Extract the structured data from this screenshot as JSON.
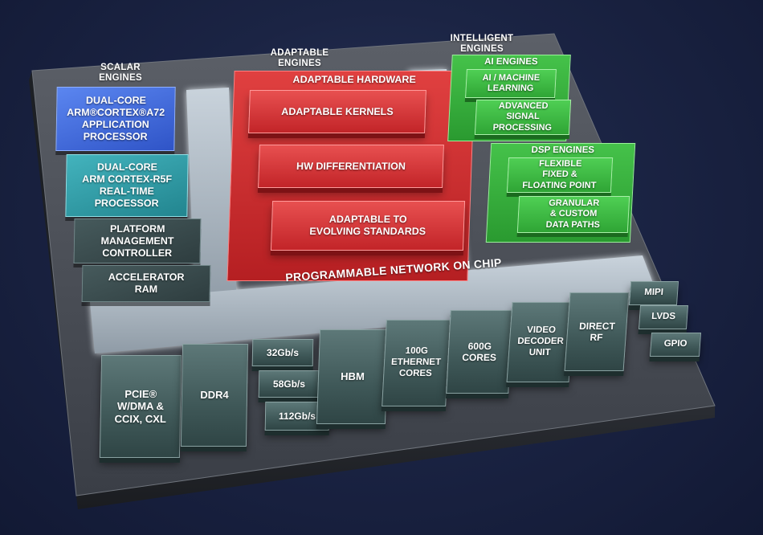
{
  "section_labels": {
    "scalar": "SCALAR\nENGINES",
    "adaptable": "ADAPTABLE\nENGINES",
    "intelligent": "INTELLIGENT\nENGINES"
  },
  "scalar_engines": [
    "DUAL-CORE\nARM®CORTEX®A72\nAPPLICATION\nPROCESSOR",
    "DUAL-CORE\nARM CORTEX-R5F\nREAL-TIME\nPROCESSOR",
    "PLATFORM\nMANAGEMENT\nCONTROLLER",
    "ACCELERATOR\nRAM"
  ],
  "adaptable_hardware": {
    "title": "ADAPTABLE HARDWARE",
    "blocks": [
      "ADAPTABLE KERNELS",
      "HW DIFFERENTIATION",
      "ADAPTABLE TO\nEVOLVING STANDARDS"
    ]
  },
  "ai_engines": {
    "title": "AI ENGINES",
    "blocks": [
      "AI / MACHINE\nLEARNING",
      "ADVANCED\nSIGNAL\nPROCESSING"
    ]
  },
  "dsp_engines": {
    "title": "DSP ENGINES",
    "blocks": [
      "FLEXIBLE\nFIXED &\nFLOATING POINT",
      "GRANULAR\n& CUSTOM\nDATA PATHS"
    ]
  },
  "noc_label": "PROGRAMMABLE NETWORK ON CHIP",
  "io_blocks": {
    "pcie": "PCIE®\nW/DMA &\nCCIX, CXL",
    "ddr4": "DDR4",
    "serdes": [
      "32Gb/s",
      "58Gb/s",
      "112Gb/s"
    ],
    "hbm": "HBM",
    "eth": "100G\nETHERNET\nCORES",
    "cores600": "600G\nCORES",
    "video": "VIDEO\nDECODER\nUNIT",
    "rf": "DIRECT\nRF",
    "small": [
      "MIPI",
      "LVDS",
      "GPIO"
    ]
  },
  "colors": {
    "scalar_blue": "#3a62d8",
    "scalar_teal": "#2a97a1",
    "adaptable_red": "#c8262a",
    "intelligent_green": "#34ad3a",
    "io_slate": "#4a6464",
    "background": "#1b2444"
  }
}
